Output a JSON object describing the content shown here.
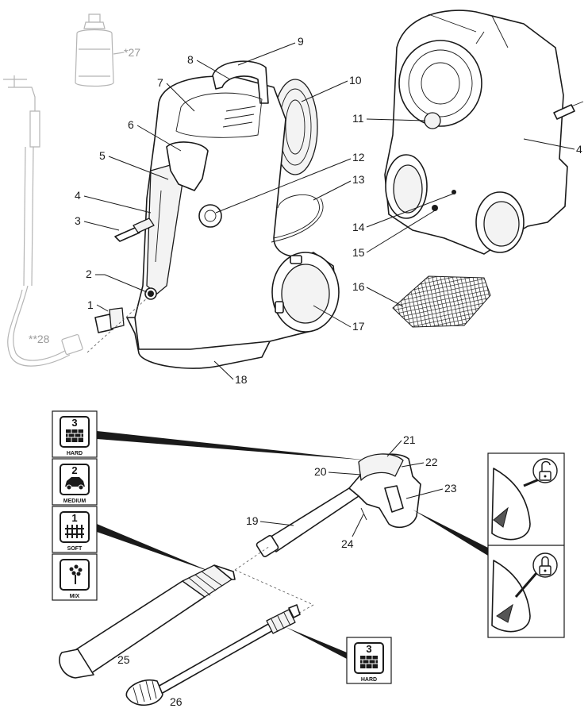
{
  "labels": {
    "n1": "1",
    "n2": "2",
    "n3": "3",
    "n4": "4",
    "n4b": "4",
    "n5": "5",
    "n6": "6",
    "n7": "7",
    "n8": "8",
    "n9": "9",
    "n10": "10",
    "n11": "11",
    "n12": "12",
    "n13": "13",
    "n14": "14",
    "n15": "15",
    "n16": "16",
    "n17": "17",
    "n18": "18",
    "n19": "19",
    "n20": "20",
    "n21": "21",
    "n22": "22",
    "n23": "23",
    "n24": "24",
    "n25": "25",
    "n26": "26",
    "n27": "*27",
    "n28": "**28"
  },
  "badges": {
    "hard": {
      "digit": "3",
      "caption": "HARD"
    },
    "medium": {
      "digit": "2",
      "caption": "MEDIUM"
    },
    "soft": {
      "digit": "1",
      "caption": "SOFT"
    },
    "mix": {
      "caption": "MIX"
    },
    "hard2": {
      "digit": "3",
      "caption": "HARD"
    }
  },
  "icons": {
    "lock_open": "unlocked-padlock-icon",
    "lock_closed": "locked-padlock-icon",
    "brick": "brick-wall-icon",
    "car": "car-icon",
    "fence": "fence-icon",
    "mix": "flower-icon"
  }
}
